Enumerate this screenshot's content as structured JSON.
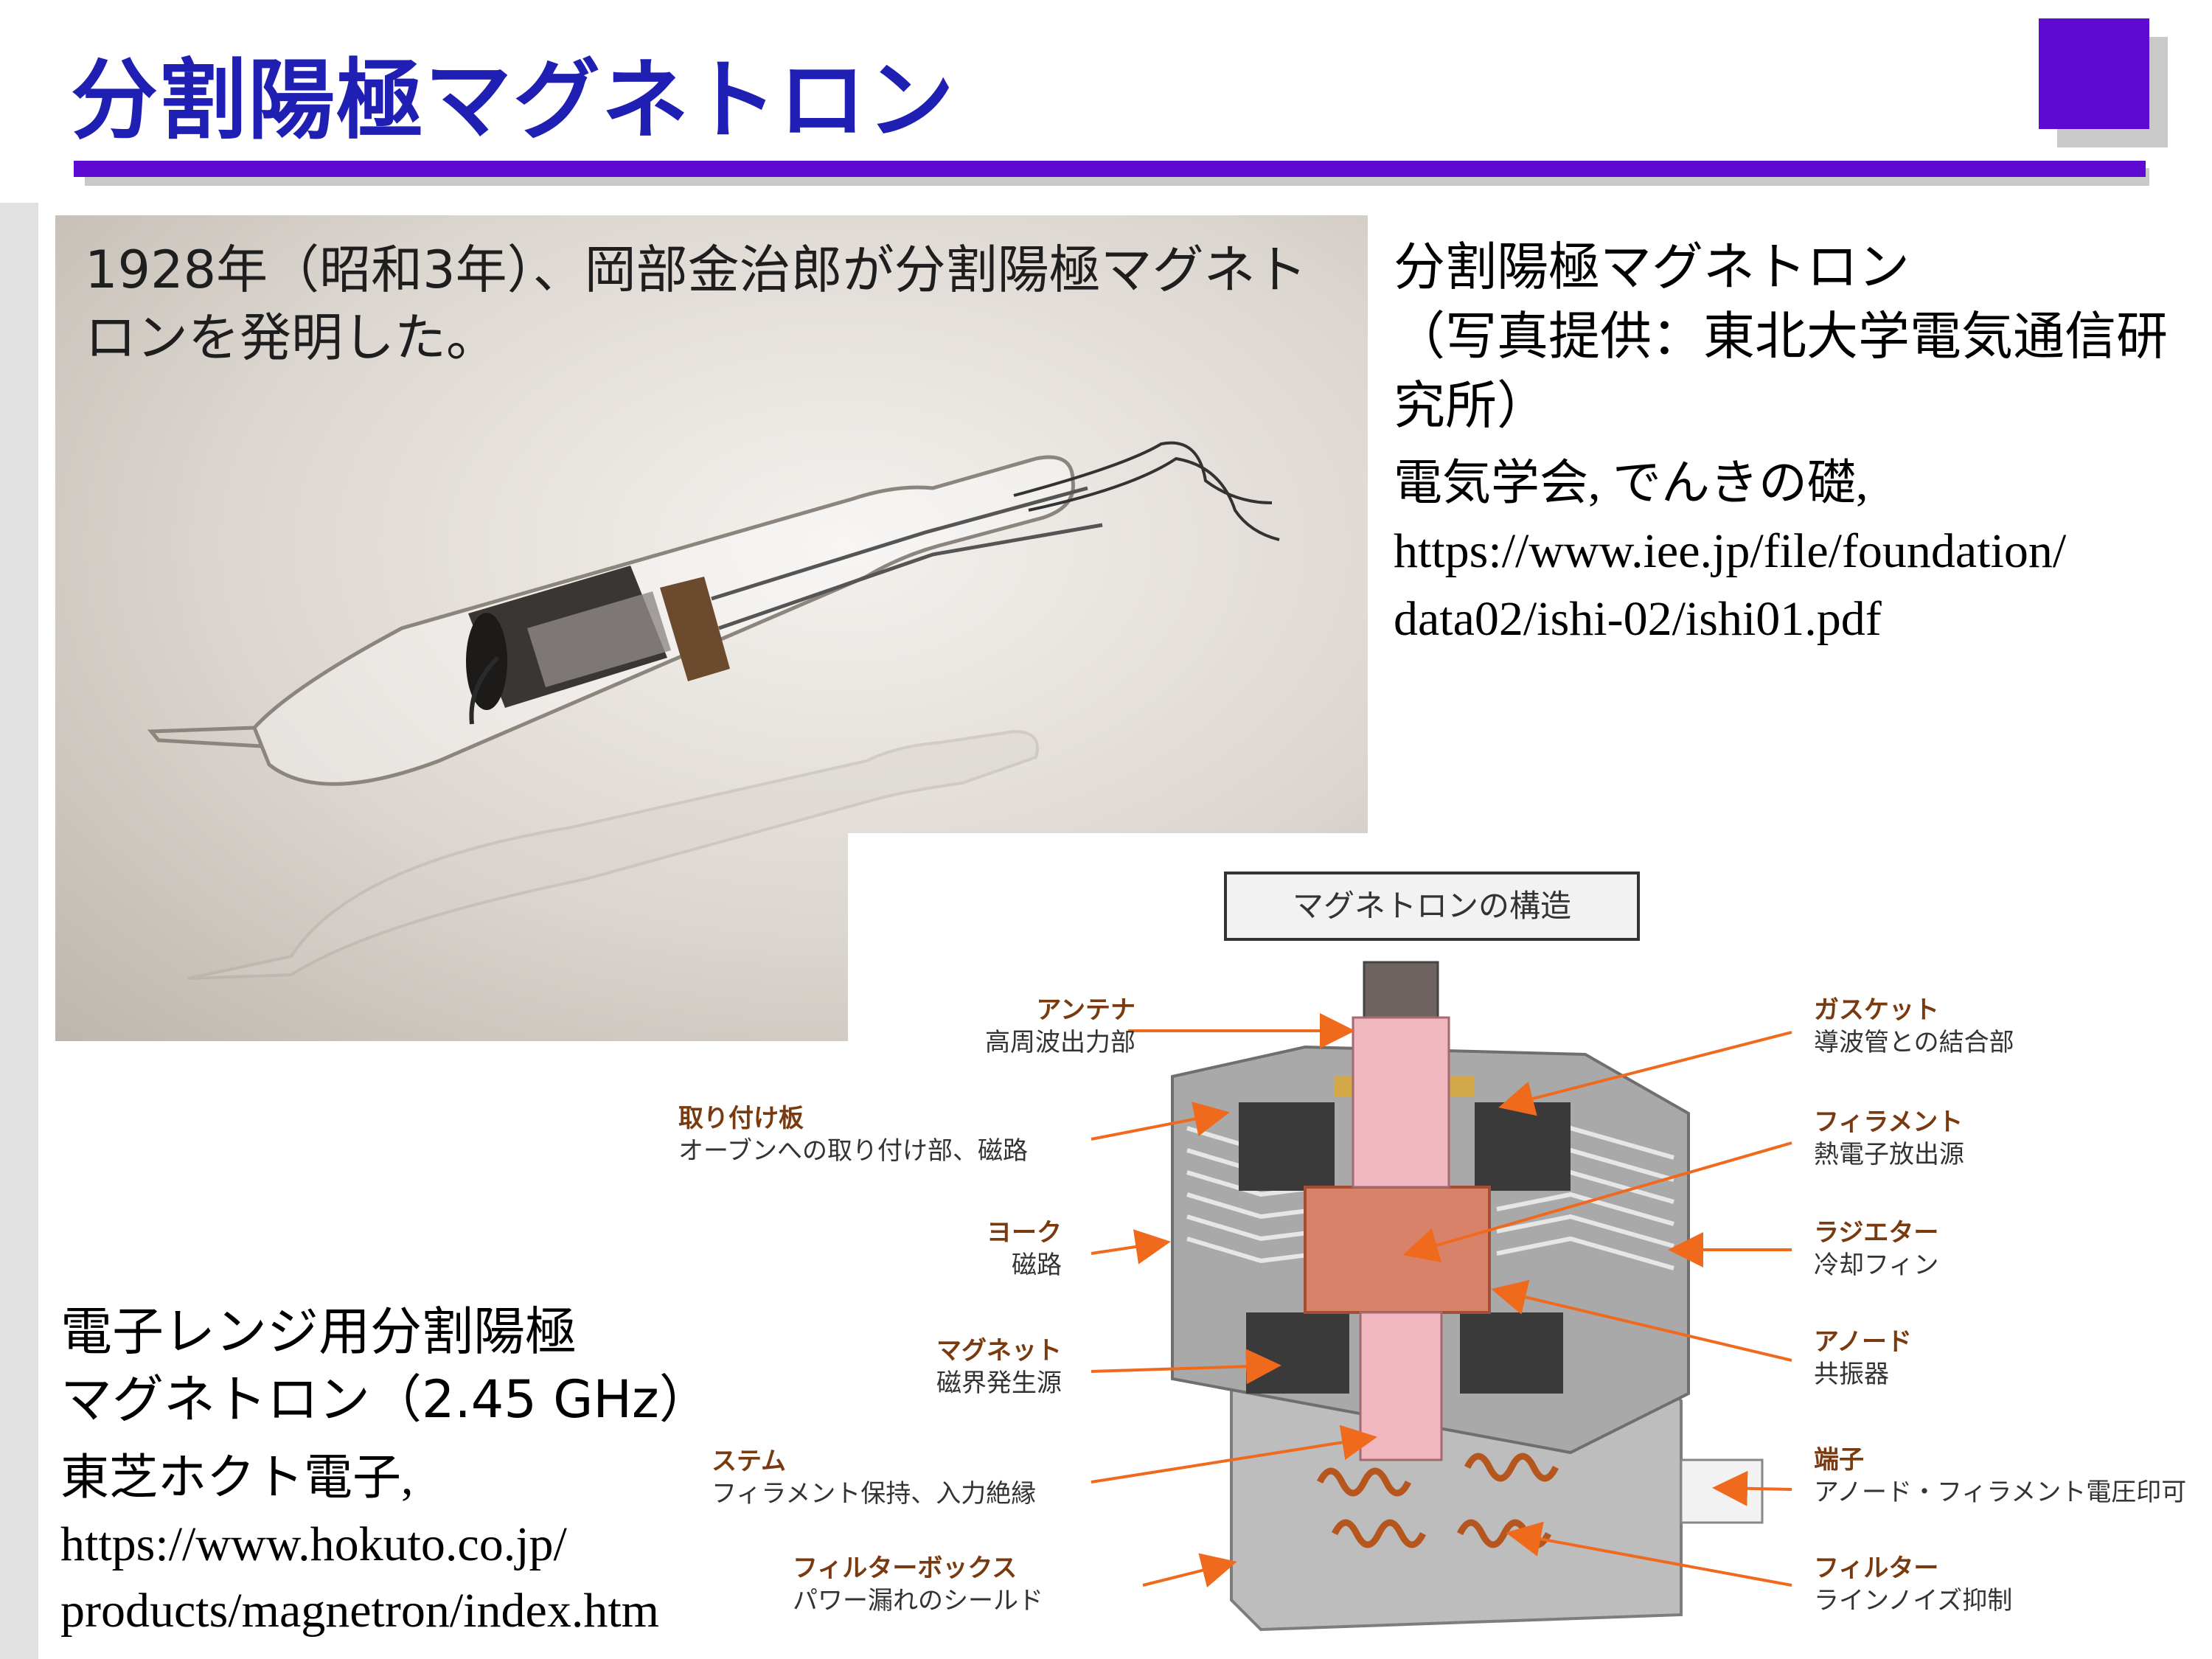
{
  "slide": {
    "title": "分割陽極マグネトロン",
    "accent_color": "#5e0ad3",
    "title_color": "#1f1fb4"
  },
  "photo1": {
    "caption": "1928年（昭和3年）、岡部金治郎が分割陽極マグネトロンを発明した。"
  },
  "credit1": {
    "title_line1": "分割陽極マグネトロン",
    "title_line2": "（写真提供：東北大学電気通信研究所）",
    "source_line1": "電気学会, でんきの礎,",
    "source_line2": "https://www.iee.jp/file/foundation/",
    "source_line3": "data02/ishi-02/ishi01.pdf"
  },
  "diagram": {
    "title": "マグネトロンの構造",
    "arrow_color": "#f06a1e",
    "labels_left": [
      {
        "head": "アンテナ",
        "sub": "高周波出力部"
      },
      {
        "head": "取り付け板",
        "sub": "オーブンへの取り付け部、磁路"
      },
      {
        "head": "ヨーク",
        "sub": "磁路"
      },
      {
        "head": "マグネット",
        "sub": "磁界発生源"
      },
      {
        "head": "ステム",
        "sub": "フィラメント保持、入力絶縁"
      },
      {
        "head": "フィルターボックス",
        "sub": "パワー漏れのシールド"
      }
    ],
    "labels_right": [
      {
        "head": "ガスケット",
        "sub": "導波管との結合部"
      },
      {
        "head": "フィラメント",
        "sub": "熱電子放出源"
      },
      {
        "head": "ラジエター",
        "sub": "冷却フィン"
      },
      {
        "head": "アノード",
        "sub": "共振器"
      },
      {
        "head": "端子",
        "sub": "アノード・フィラメント電圧印可"
      },
      {
        "head": "フィルター",
        "sub": "ラインノイズ抑制"
      }
    ]
  },
  "credit2": {
    "title_line1": "電子レンジ用分割陽極",
    "title_line2": "マグネトロン（2.45 GHz）",
    "source_line1": "東芝ホクト電子,",
    "source_line2": "https://www.hokuto.co.jp/",
    "source_line3": "products/magnetron/index.htm"
  }
}
